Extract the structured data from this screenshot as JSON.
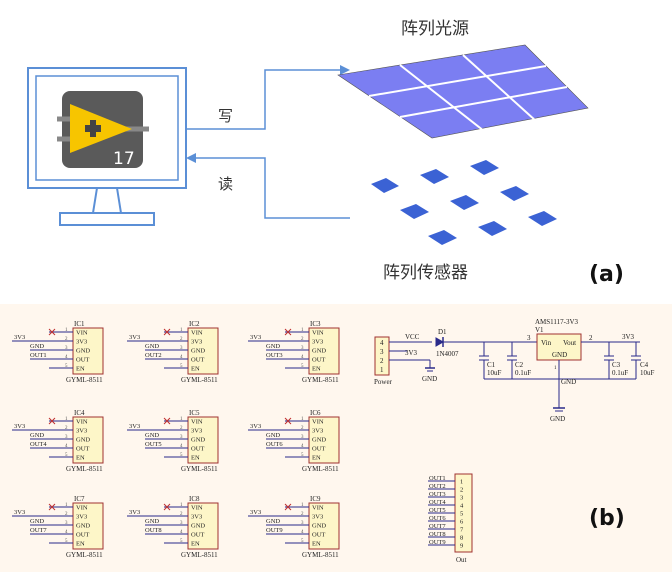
{
  "panel_a": {
    "label": "(a)",
    "monitor_app_version": "17",
    "write_label": "写",
    "read_label": "读",
    "light_source_array_label": "阵列光源",
    "sensor_array_label": "阵列传感器"
  },
  "panel_b": {
    "label": "(b)",
    "sensor_module": {
      "part": "GYML-8511",
      "pins": [
        "VIN",
        "3V3",
        "GND",
        "OUT",
        "EN"
      ],
      "pin_numbers": [
        "1",
        "2",
        "3",
        "4",
        "5"
      ],
      "supply_net": "3V3",
      "ground_net": "GND"
    },
    "modules": [
      {
        "ref": "IC1",
        "out": "OUT1"
      },
      {
        "ref": "IC2",
        "out": "OUT2"
      },
      {
        "ref": "IC3",
        "out": "OUT3"
      },
      {
        "ref": "IC4",
        "out": "OUT4"
      },
      {
        "ref": "IC5",
        "out": "OUT5"
      },
      {
        "ref": "IC6",
        "out": "OUT6"
      },
      {
        "ref": "IC7",
        "out": "OUT7"
      },
      {
        "ref": "IC8",
        "out": "OUT8"
      },
      {
        "ref": "IC9",
        "out": "OUT9"
      }
    ],
    "power": {
      "connector_label": "Power",
      "connector_pins": [
        "4",
        "3",
        "2",
        "1"
      ],
      "vcc_net": "VCC",
      "v3_net": "3V3",
      "gnd_net": "GND",
      "diode_ref": "D1",
      "diode_part": "1N4007",
      "regulator_part": "AMS1117-3V3",
      "regulator_ref": "V1",
      "regulator_vin": "Vin",
      "regulator_vout": "Vout",
      "regulator_gnd": "GND",
      "regulator_pin_in": "3",
      "regulator_pin_out": "2",
      "regulator_pin_gnd": "1",
      "out_net": "3V3",
      "ground_label": "GND",
      "capacitors": [
        {
          "ref": "C1",
          "value": "10uF"
        },
        {
          "ref": "C2",
          "value": "0.1uF"
        },
        {
          "ref": "C3",
          "value": "0.1uF"
        },
        {
          "ref": "C4",
          "value": "10uF"
        }
      ]
    },
    "out_connector": {
      "label": "Out",
      "nets": [
        "OUT1",
        "OUT2",
        "OUT3",
        "OUT4",
        "OUT5",
        "OUT6",
        "OUT7",
        "OUT8",
        "OUT9"
      ],
      "pins": [
        "1",
        "2",
        "3",
        "4",
        "5",
        "6",
        "7",
        "8",
        "9"
      ]
    }
  }
}
